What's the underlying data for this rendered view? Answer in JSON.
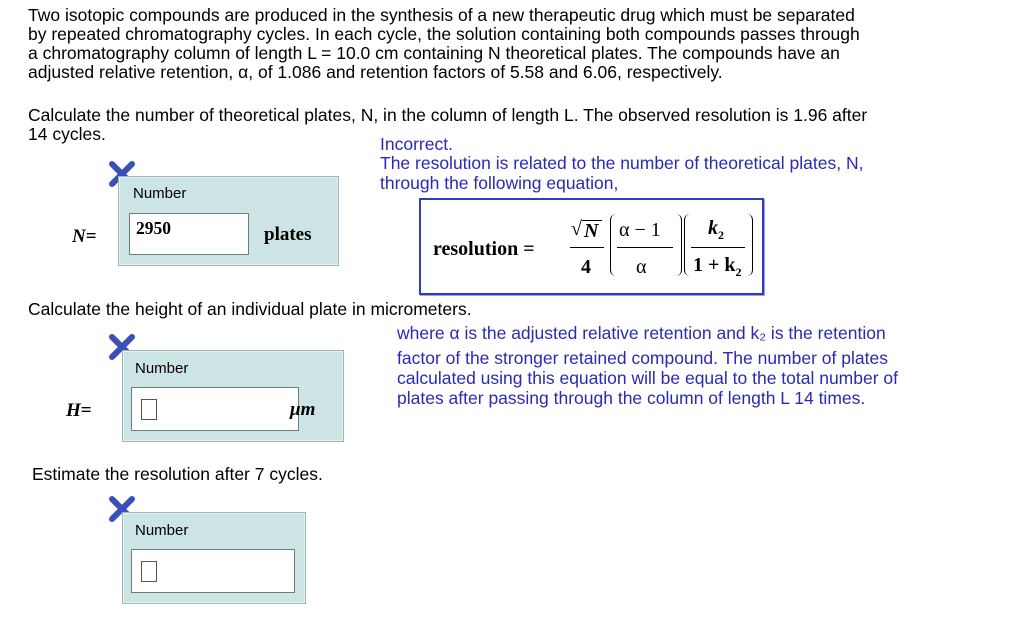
{
  "intro_lines": [
    "Two isotopic compounds are produced in the synthesis of a new therapeutic drug which must be separated",
    "by repeated chromatography cycles. In each cycle, the solution containing both compounds passes through",
    "a chromatography column of length L = 10.0 cm containing N theoretical plates. The compounds have an",
    "adjusted relative retention, α, of 1.086 and retention factors of 5.58 and 6.06, respectively."
  ],
  "q1": {
    "line1": "Calculate the number of theoretical plates, N, in the column of length L. The observed resolution is 1.96 after",
    "line2": "14 cycles.",
    "number_label": "Number",
    "var": "N",
    "eq": "=",
    "value": "2950",
    "unit": "plates"
  },
  "feedback": {
    "status": "Incorrect.",
    "line1": "The resolution is related to the number of theoretical plates, N,",
    "line2": "through the following equation,",
    "equation": {
      "lhs": "resolution =",
      "sqrtN": "N",
      "four": "4",
      "alpha_minus_1": "α − 1",
      "alpha": "α",
      "k2": "k",
      "one_plus_k2": "1 + k",
      "sub2": "2"
    },
    "more_lines": [
      "where α is the adjusted relative retention and k₂ is the retention",
      "factor of the stronger retained compound. The number of plates",
      "calculated using this equation will be equal to the total number of",
      "plates after passing through the column of length L 14 times."
    ]
  },
  "q2": {
    "text": "Calculate the height of an individual plate in micrometers.",
    "number_label": "Number",
    "var": "H",
    "eq": "=",
    "value": "",
    "unit": "μm"
  },
  "q3": {
    "text": "Estimate the resolution after 7 cycles.",
    "number_label": "Number",
    "value": ""
  },
  "colors": {
    "feedback_blue": "#2a2ab4",
    "box_fill": "#cde4e4",
    "xmark": "#3a4fb8"
  },
  "icons": [
    "incorrect-x-icon"
  ]
}
